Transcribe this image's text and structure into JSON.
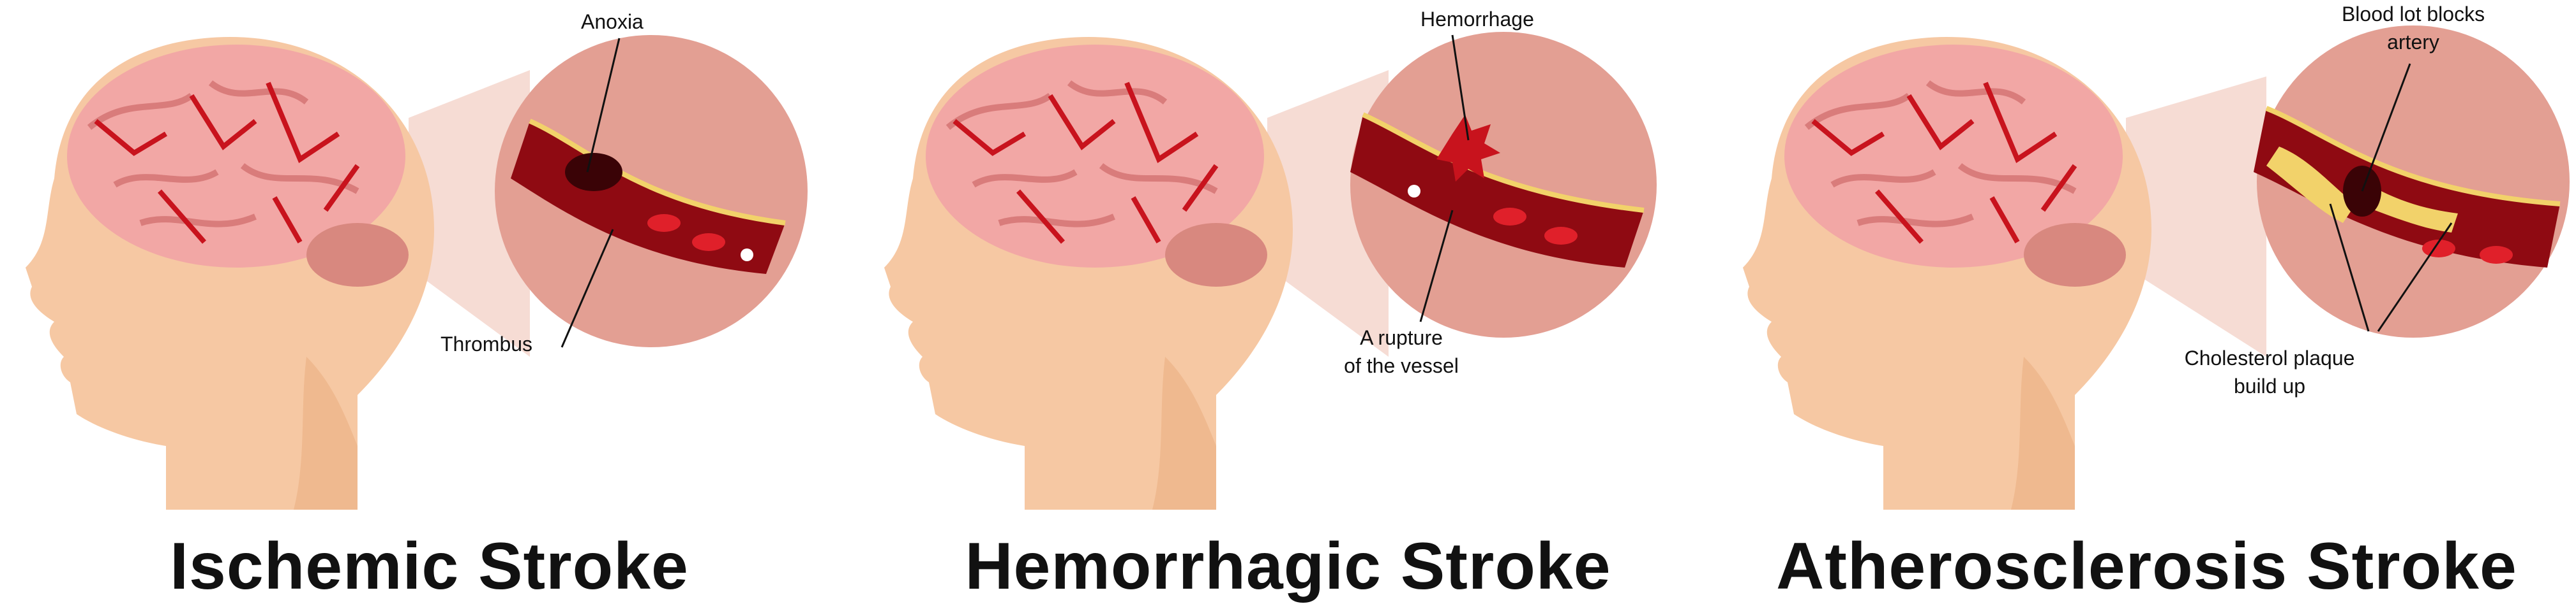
{
  "colors": {
    "skin": "#f6c8a3",
    "skin_shadow": "#efb98f",
    "brain_pink": "#f2a7a5",
    "brain_fold": "#d97c7b",
    "artery_red": "#c8131d",
    "callout_bg": "#e39f93",
    "vessel_dark": "#8f0a12",
    "plaque": "#f2d26a"
  },
  "panels": [
    {
      "title": "Ischemic Stroke",
      "labels": {
        "top": "Anoxia",
        "bottom": "Thrombus"
      }
    },
    {
      "title": "Hemorrhagic Stroke",
      "labels": {
        "top": "Hemorrhage",
        "bottom_line1": "A rupture",
        "bottom_line2": "of the vessel"
      }
    },
    {
      "title": "Atherosclerosis Stroke",
      "labels": {
        "top_line1": "Blood lot blocks",
        "top_line2": "artery",
        "bottom_line1": "Cholesterol plaque",
        "bottom_line2": "build up"
      }
    }
  ]
}
